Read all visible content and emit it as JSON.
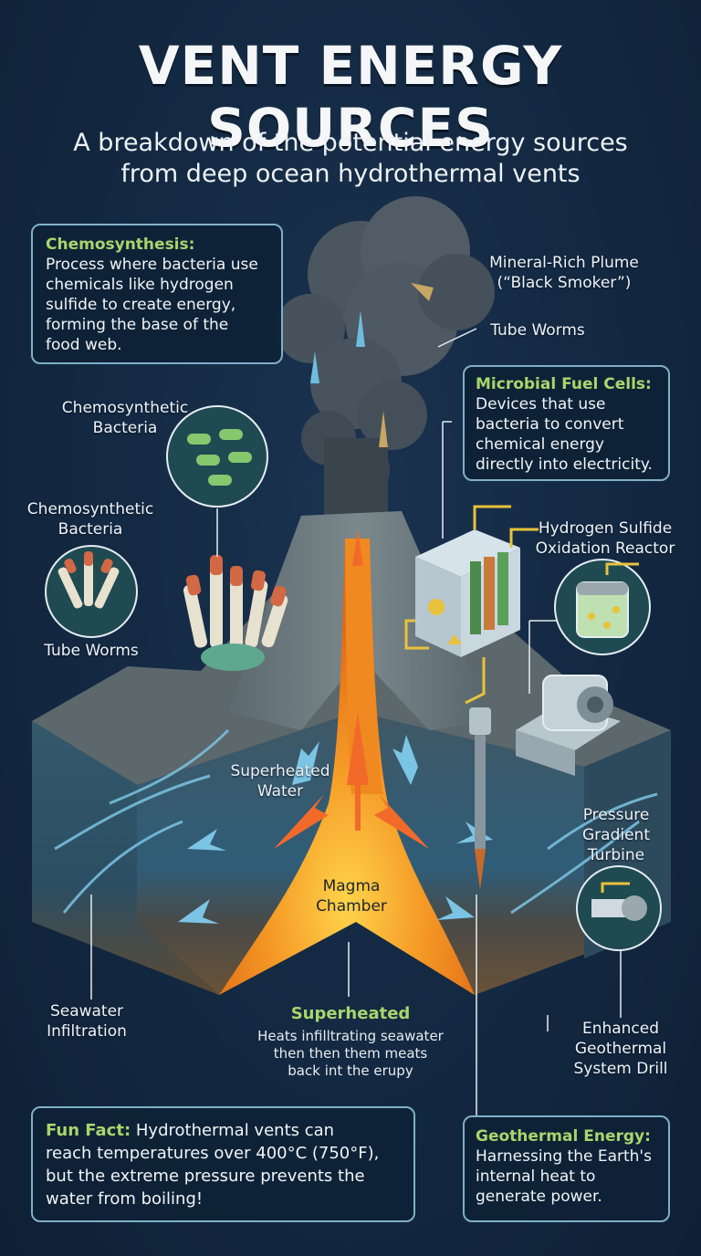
{
  "header": {
    "title": "VENT ENERGY SOURCES",
    "subtitle_line1": "A breakdown of the potential energy sources",
    "subtitle_line2": "from deep ocean hydrothermal vents"
  },
  "boxes": {
    "chemosynthesis": {
      "heading": "Chemosynthesis:",
      "lines": [
        "Process where bacteria use",
        "chemicals like hydrogen",
        "sulfide to create energy,",
        "forming the base of the",
        "food web."
      ]
    },
    "microbial": {
      "heading": "Microbial Fuel Cells:",
      "lines": [
        "Devices that use",
        "bacteria to convert",
        "chemical energy",
        "directly into electricity."
      ]
    },
    "fun_fact": {
      "heading": "Fun Fact:",
      "first_line": "Hydrothermal vents can",
      "lines": [
        "reach temperatures over 400°C (750°F),",
        "but the extreme pressure prevents the",
        "water from boiling!"
      ]
    },
    "geothermal": {
      "heading": "Geothermal Energy:",
      "lines": [
        "Harnessing the Earth's",
        "internal heat to",
        "generate power."
      ]
    }
  },
  "labels": {
    "plume": [
      "Mineral-Rich Plume",
      "(“Black Smoker”)"
    ],
    "tube_worms_top": "Tube Worms",
    "bacteria_1": [
      "Chemosynthetic",
      "Bacteria"
    ],
    "bacteria_2": [
      "Chemosynthetic",
      "Bacteria"
    ],
    "tube_worms_left": "Tube Worms",
    "h2s_reactor": [
      "Hydrogen Sulfide",
      "Oxidation Reactor"
    ],
    "superheated_water": [
      "Superheated",
      "Water"
    ],
    "turbine": [
      "Pressure",
      "Gradient",
      "Turbine"
    ],
    "magma": [
      "Magma",
      "Chamber"
    ],
    "seawater": [
      "Seawater",
      "Infiltration"
    ],
    "drill": [
      "Enhanced",
      "Geothermal",
      "System Drill"
    ]
  },
  "superheated_note": {
    "heading": "Superheated",
    "lines": [
      "Heats infilltrating seawater",
      "then then them meats",
      "back int the erupy"
    ]
  },
  "colors": {
    "background": "#132841",
    "box_border": "#7fb0c8",
    "heading_green": "#a8d66c",
    "magma": "#f28a1e",
    "water_arrow": "#7cc4e4",
    "plume": "#4b5660"
  },
  "icons": {
    "plume": "smoke-plume-icon",
    "bacteria": "bacteria-circle-icon",
    "worms": "tube-worm-circle-icon",
    "fuel_cell": "fuel-cell-device-icon",
    "reactor": "reactor-tank-icon",
    "turbine": "turbine-motor-icon",
    "drill": "drill-icon",
    "turbine_detail": "turbine-gear-icon"
  }
}
